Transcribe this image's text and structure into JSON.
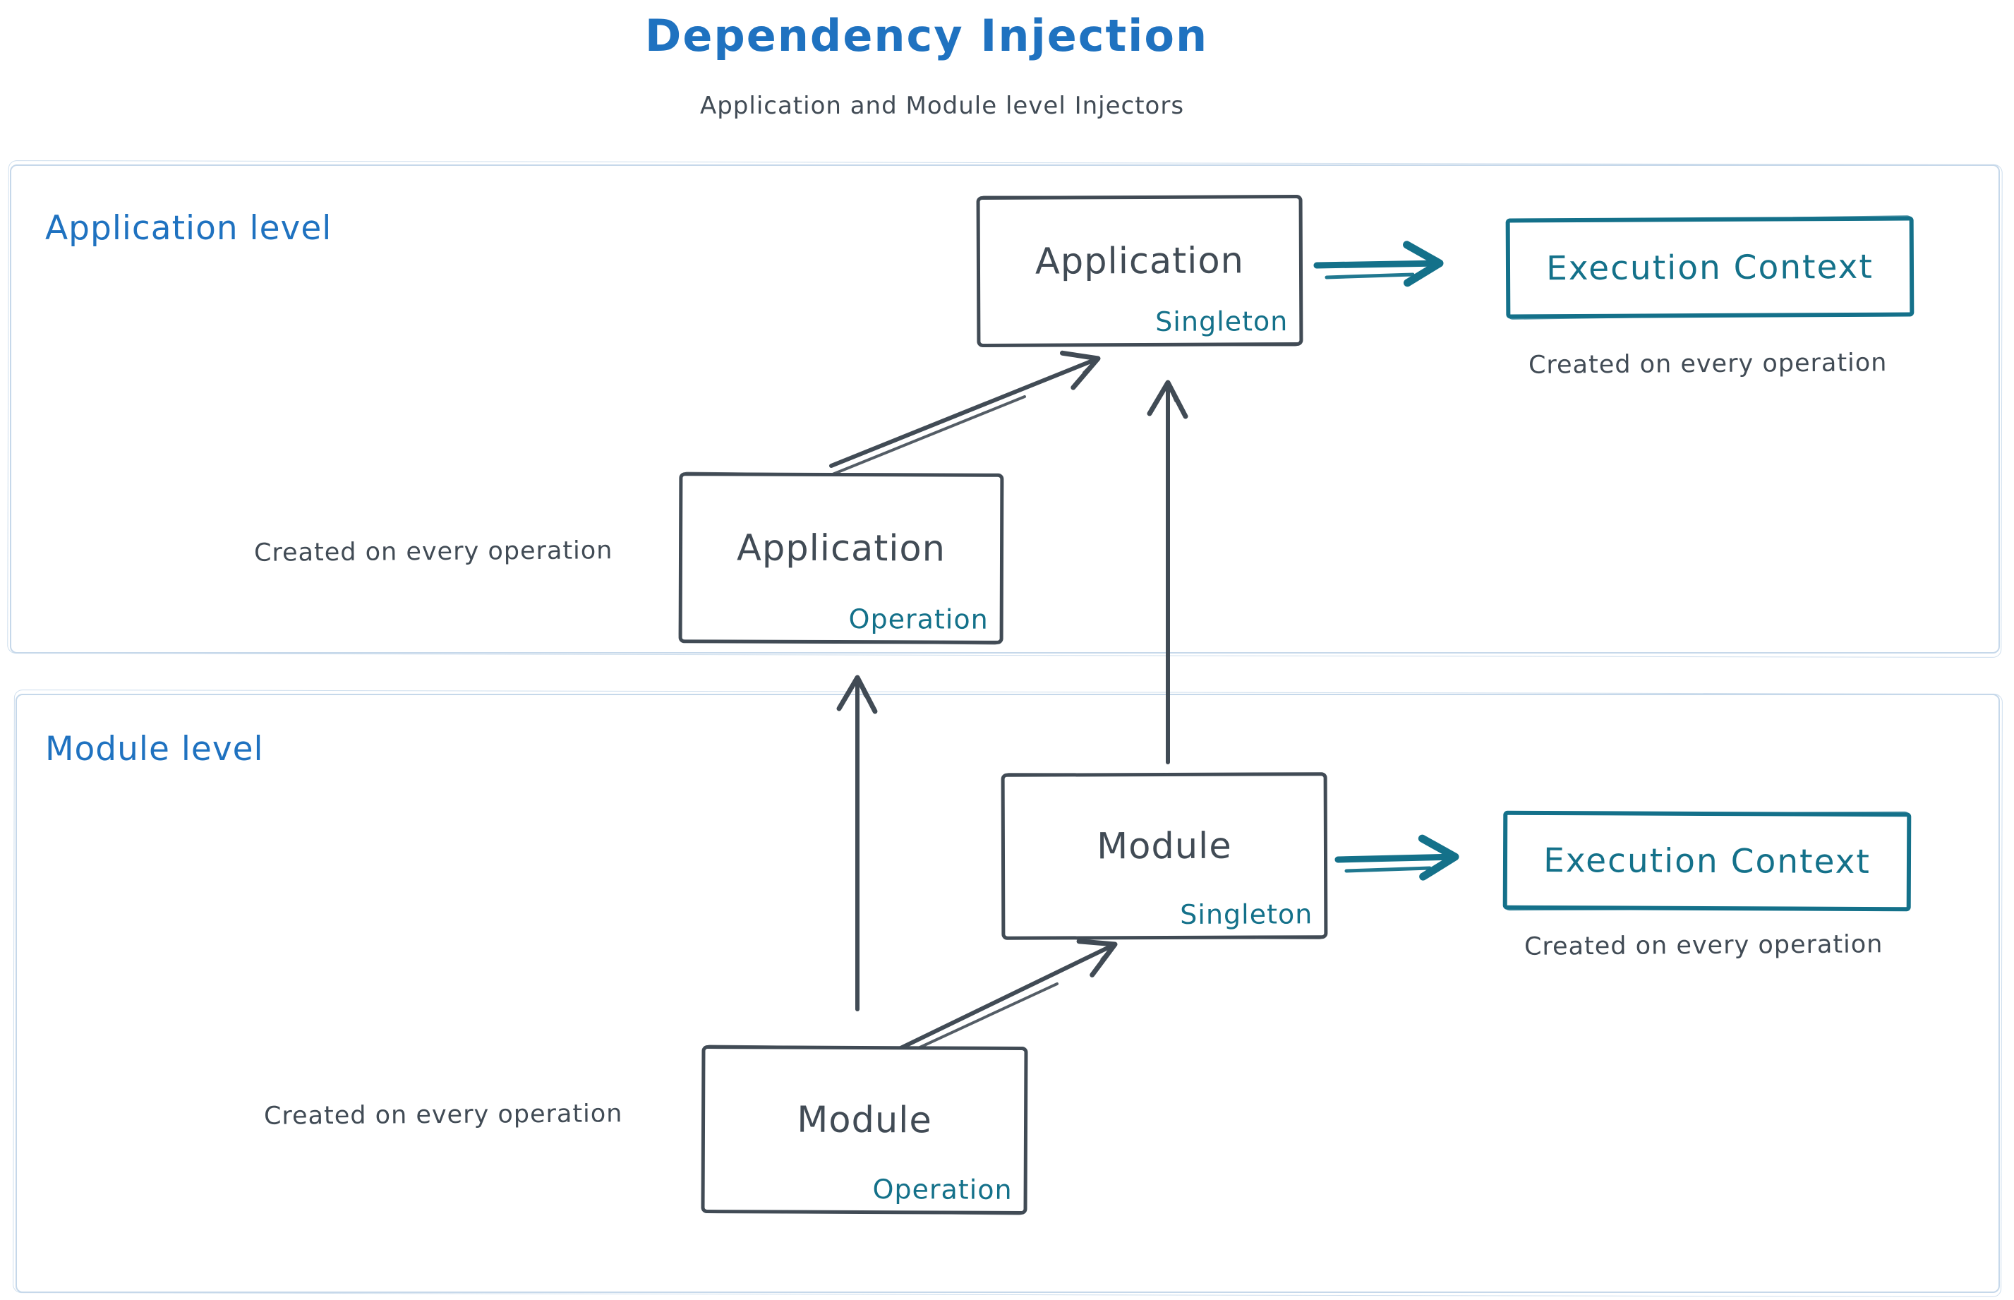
{
  "title": "Dependency Injection",
  "subtitle": "Application and Module level Injectors",
  "regions": {
    "application": {
      "label": "Application level"
    },
    "module": {
      "label": "Module level"
    }
  },
  "nodes": {
    "app_singleton": {
      "title": "Application",
      "badge": "Singleton"
    },
    "app_operation": {
      "title": "Application",
      "badge": "Operation",
      "caption": "Created on every operation"
    },
    "app_execution_context": {
      "label": "Execution Context",
      "caption": "Created on every operation"
    },
    "module_singleton": {
      "title": "Module",
      "badge": "Singleton"
    },
    "module_operation": {
      "title": "Module",
      "badge": "Operation",
      "caption": "Created on every operation"
    },
    "module_execution_context": {
      "label": "Execution Context",
      "caption": "Created on every operation"
    }
  },
  "colors": {
    "blue": "#1f72c0",
    "teal": "#14718a",
    "ink": "#414b55",
    "region-border": "#c6d8ea"
  }
}
